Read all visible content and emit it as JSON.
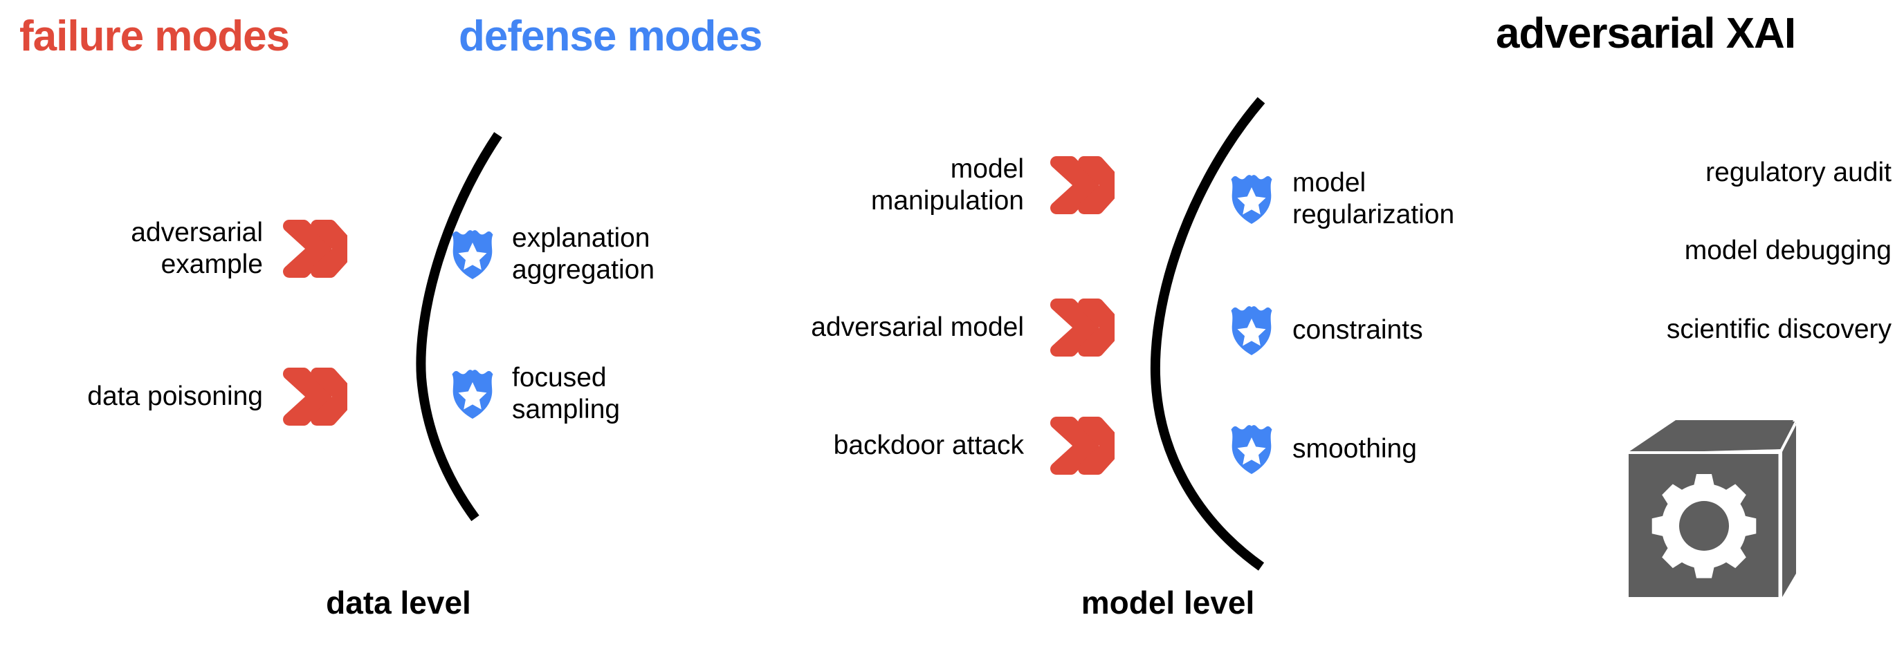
{
  "headers": {
    "failure_modes": "failure modes",
    "defense_modes": "defense modes",
    "adversarial_xai": "adversarial XAI"
  },
  "colors": {
    "failure_red": "#E04A3A",
    "defense_blue": "#4285F4",
    "text_black": "#000000",
    "cube_gray": "#5E5E5E",
    "cube_gray_dark": "#575757",
    "background": "#FFFFFF"
  },
  "icons": {
    "attack_arrow": "double-chevron-icon",
    "defense_shield": "shield-star-icon",
    "model_box": "gear-box-icon"
  },
  "data_level": {
    "label": "data level",
    "attacks": [
      {
        "label": "adversarial\nexample"
      },
      {
        "label": "data poisoning"
      }
    ],
    "defenses": [
      {
        "label": "explanation\naggregation"
      },
      {
        "label": "focused\nsampling"
      }
    ]
  },
  "model_level": {
    "label": "model level",
    "attacks": [
      {
        "label": "model\nmanipulation"
      },
      {
        "label": "adversarial model"
      },
      {
        "label": "backdoor attack"
      }
    ],
    "defenses": [
      {
        "label": "model\nregularization"
      },
      {
        "label": "constraints"
      },
      {
        "label": "smoothing"
      }
    ]
  },
  "adversarial_xai": {
    "applications": [
      {
        "label": "regulatory audit"
      },
      {
        "label": "model debugging"
      },
      {
        "label": "scientific discovery"
      }
    ]
  }
}
